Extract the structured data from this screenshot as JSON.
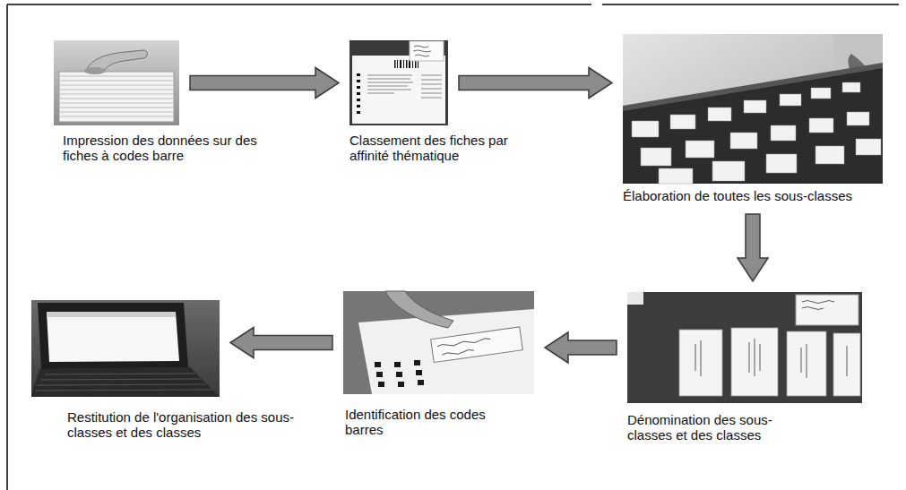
{
  "diagram": {
    "nodes": [
      {
        "text": [
          "Impression des données sur des fiches à codes barre"
        ]
      },
      {
        "text": [
          "Classement des fiches par affinité thématique"
        ]
      },
      {
        "text": [
          "Élaboration de toutes les sous-classes"
        ]
      },
      {
        "text": [
          "Dénomination des sous-classes et des classes"
        ]
      },
      {
        "text": [
          "Identification des codes barres"
        ]
      },
      {
        "text": [
          "Restitution de l'organisation des sous-classes et des classes"
        ]
      }
    ],
    "edges": [
      {
        "from": 0,
        "to": 1,
        "arrow": "to"
      },
      {
        "from": 1,
        "to": 2,
        "arrow": "to"
      },
      {
        "from": 2,
        "to": 3,
        "arrow": "to"
      },
      {
        "from": 3,
        "to": 4,
        "arrow": "to"
      },
      {
        "from": 4,
        "to": 5,
        "arrow": "to"
      }
    ]
  }
}
